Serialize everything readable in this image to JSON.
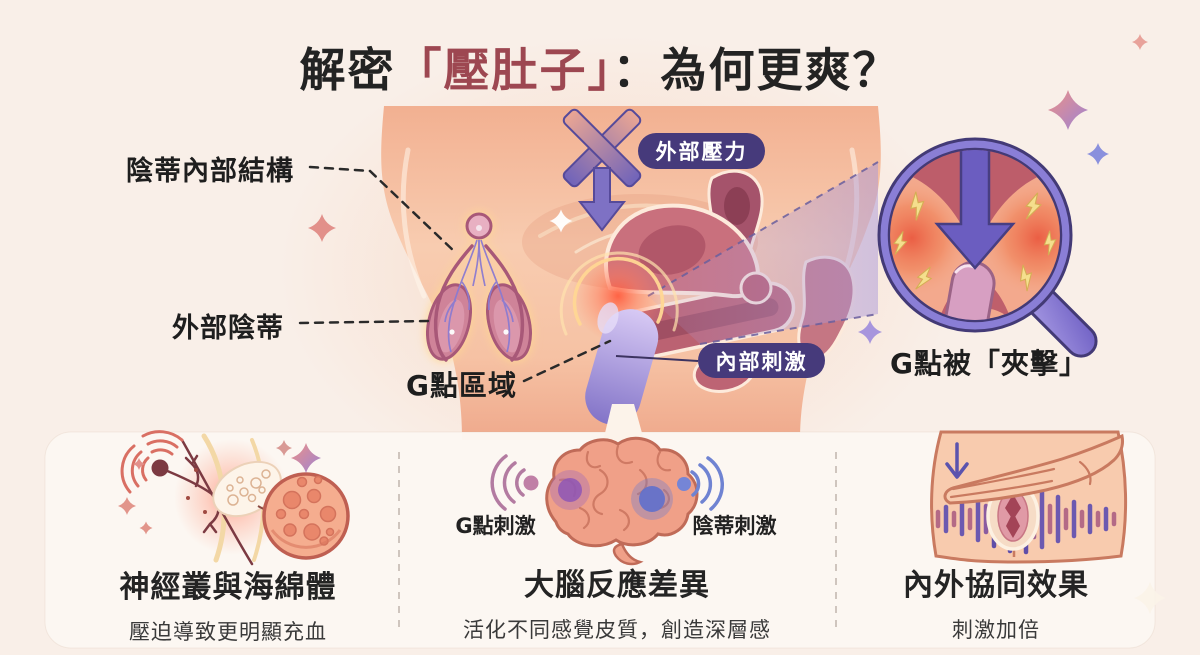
{
  "title": {
    "prefix": "解密",
    "highlight": "「壓肚子」",
    "suffix": "：為何更爽？"
  },
  "anatomy_labels": {
    "internal_structure": "陰蒂內部結構",
    "external_clitoris": "外部陰蒂",
    "g_spot_area": "G點區域",
    "g_spot_pinched": "G點被「夾擊」"
  },
  "badges": {
    "external_pressure": "外部壓力",
    "internal_stimulation": "內部刺激"
  },
  "panels": [
    {
      "heading": "神經叢與海綿體",
      "description": "壓迫導致更明顯充血"
    },
    {
      "heading": "大腦反應差異",
      "description": "活化不同感覺皮質，創造深層感",
      "signal_left": "G點刺激",
      "signal_right": "陰蒂刺激"
    },
    {
      "heading": "內外協同效果",
      "description": "刺激加倍"
    }
  ],
  "colors": {
    "background": "#f9efe8",
    "panel": "#fdf8f3",
    "badge": "#463a7b",
    "title_highlight": "#9d4751",
    "text": "#1f1f1f"
  }
}
